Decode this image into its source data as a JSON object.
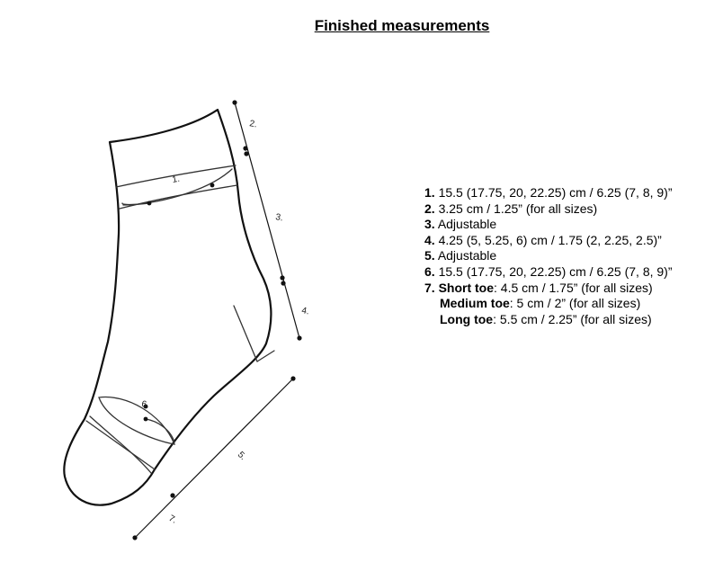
{
  "title": "Finished measurements",
  "diagram_labels": [
    "1.",
    "2.",
    "3.",
    "4.",
    "5.",
    "6.",
    "7."
  ],
  "legend": [
    {
      "num": "1.",
      "text": "15.5 (17.75, 20, 22.25) cm / 6.25 (7, 8, 9)”"
    },
    {
      "num": "2.",
      "text": "3.25 cm / 1.25” (for all sizes)"
    },
    {
      "num": "3.",
      "text": "Adjustable"
    },
    {
      "num": "4.",
      "text": "4.25 (5, 5.25, 6) cm / 1.75 (2, 2.25, 2.5)”"
    },
    {
      "num": "5.",
      "text": "Adjustable"
    },
    {
      "num": "6.",
      "text": "15.5 (17.75, 20, 22.25) cm / 6.25 (7, 8, 9)”"
    },
    {
      "num": "7.",
      "bold": "Short toe",
      "text": ": 4.5 cm / 1.75” (for all sizes)"
    }
  ],
  "toe_options": [
    {
      "bold": "Medium toe",
      "text": ": 5 cm / 2” (for all sizes)"
    },
    {
      "bold": "Long toe",
      "text": ": 5.5 cm / 2.25” (for all sizes)"
    }
  ]
}
